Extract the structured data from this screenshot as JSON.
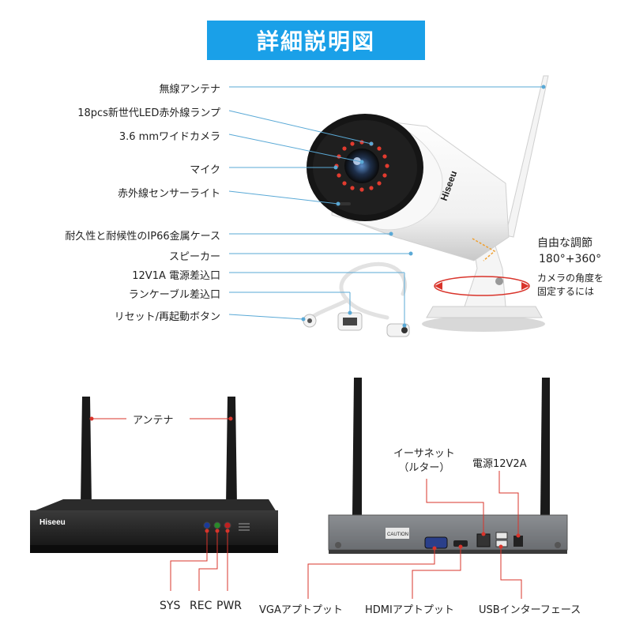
{
  "title": "詳細説明図",
  "camera_callouts": [
    "無線アンテナ",
    "18pcs新世代LED赤外線ランプ",
    "3.6 mmワイドカメラ",
    "マイク",
    "赤外線センサーライト",
    "耐久性と耐候性のIP66金属ケース",
    "スピーカー",
    "12V1A 電源差込口",
    "ランケーブル差込口",
    "リセット/再起動ボタン"
  ],
  "rotation": {
    "line1": "自由な調節",
    "line2": "180°+360°",
    "note_line1": "カメラの角度を",
    "note_line2": "固定するには"
  },
  "brand": "Hiseeu",
  "nvr_front": {
    "antenna_label": "アンテナ",
    "indicators": [
      "SYS",
      "REC",
      "PWR"
    ]
  },
  "nvr_back": {
    "ethernet_line1": "イーサネット",
    "ethernet_line2": "（ルター）",
    "power": "電源12V2A",
    "vga": "VGAアプトプット",
    "hdmi": "HDMIアプトプット",
    "usb": "USBインターフェース",
    "caution": "CAUTION"
  },
  "colors": {
    "banner": "#1aa0e8",
    "leader_line": "#5aa9d6",
    "red_line": "#d9342b",
    "camera_body": "#ffffff",
    "camera_dark": "#1b1b1b",
    "nvr_body": "#151515"
  }
}
